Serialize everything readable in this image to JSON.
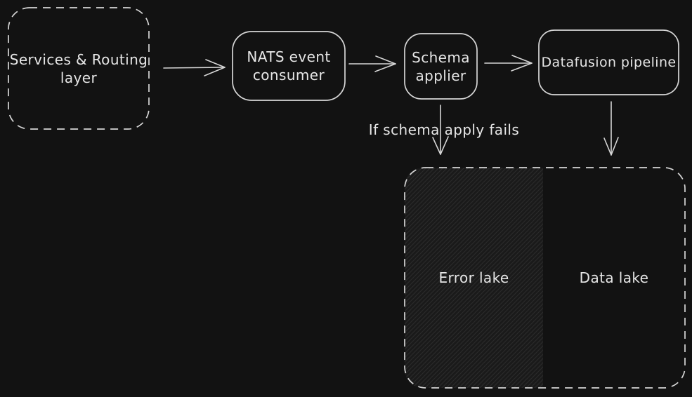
{
  "diagram": {
    "type": "flow-diagram",
    "colors": {
      "background": "#121212",
      "stroke": "#d6d6d6",
      "text": "#e6e6e6",
      "hatch_background": "#1a1a1a",
      "hatch_line": "#2b2b2b"
    },
    "nodes": {
      "services_routing": {
        "label": "Services & Routing layer",
        "border": "dashed"
      },
      "nats_consumer": {
        "label": "NATS event consumer",
        "border": "solid"
      },
      "schema_applier": {
        "label": "Schema applier",
        "border": "solid"
      },
      "datafusion_pipeline": {
        "label": "Datafusion pipeline",
        "border": "solid"
      },
      "lakes_container": {
        "label": "",
        "border": "dashed"
      },
      "error_lake": {
        "label": "Error lake",
        "fill": "hachure"
      },
      "data_lake": {
        "label": "Data lake",
        "fill": "none"
      }
    },
    "annotations": {
      "schema_fail": {
        "label": "If schema apply fails"
      }
    },
    "edges": [
      {
        "from": "services_routing",
        "to": "nats_consumer",
        "direction": "right"
      },
      {
        "from": "nats_consumer",
        "to": "schema_applier",
        "direction": "right"
      },
      {
        "from": "schema_applier",
        "to": "datafusion_pipeline",
        "direction": "right"
      },
      {
        "from": "schema_applier",
        "to": "error_lake",
        "direction": "down",
        "condition": "If schema apply fails"
      },
      {
        "from": "datafusion_pipeline",
        "to": "data_lake",
        "direction": "down"
      }
    ]
  }
}
